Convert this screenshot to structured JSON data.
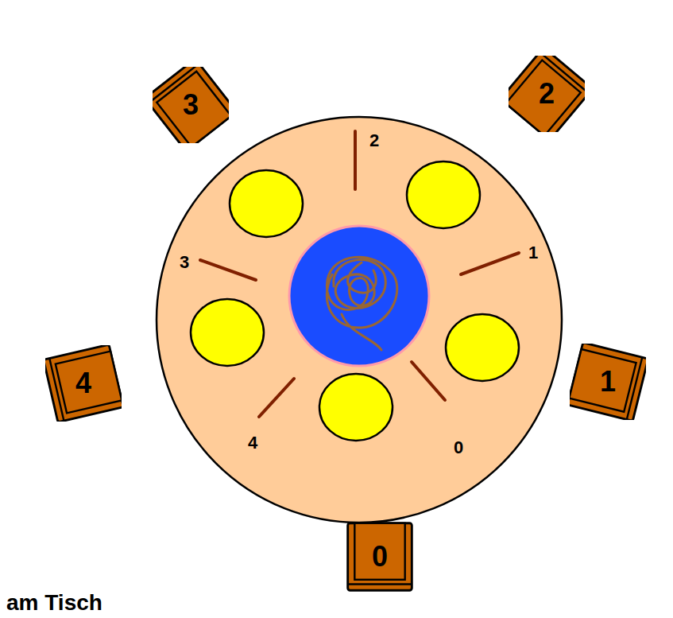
{
  "diagram": {
    "nodes": [
      {
        "text": [
          "3"
        ]
      },
      {
        "text": [
          "2"
        ]
      },
      {
        "text": [
          "4"
        ]
      },
      {
        "text": [
          "1"
        ]
      },
      {
        "text": [
          "0"
        ]
      }
    ],
    "labels": [
      "2",
      "1",
      "3",
      "4",
      "0",
      "am Tisch"
    ]
  }
}
